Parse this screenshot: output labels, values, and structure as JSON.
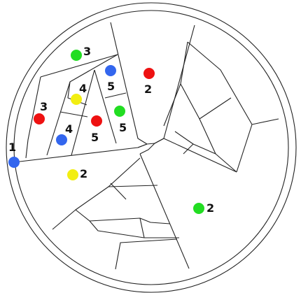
{
  "colors": {
    "red": "#ee1111",
    "green": "#22dd22",
    "blue": "#3366ee",
    "yellow": "#f2ee11"
  },
  "markers": [
    {
      "id": "marker-1-blue",
      "color": "blue",
      "label": "1"
    },
    {
      "id": "marker-2-yellow",
      "color": "yellow",
      "label": "2"
    },
    {
      "id": "marker-2-red",
      "color": "red",
      "label": "2"
    },
    {
      "id": "marker-2-green",
      "color": "green",
      "label": "2"
    },
    {
      "id": "marker-3-green",
      "color": "green",
      "label": "3"
    },
    {
      "id": "marker-3-red",
      "color": "red",
      "label": "3"
    },
    {
      "id": "marker-4-yellow",
      "color": "yellow",
      "label": "4"
    },
    {
      "id": "marker-4-blue",
      "color": "blue",
      "label": "4"
    },
    {
      "id": "marker-5-blue",
      "color": "blue",
      "label": "5"
    },
    {
      "id": "marker-5-red",
      "color": "red",
      "label": "5"
    },
    {
      "id": "marker-5-green",
      "color": "green",
      "label": "5"
    }
  ]
}
